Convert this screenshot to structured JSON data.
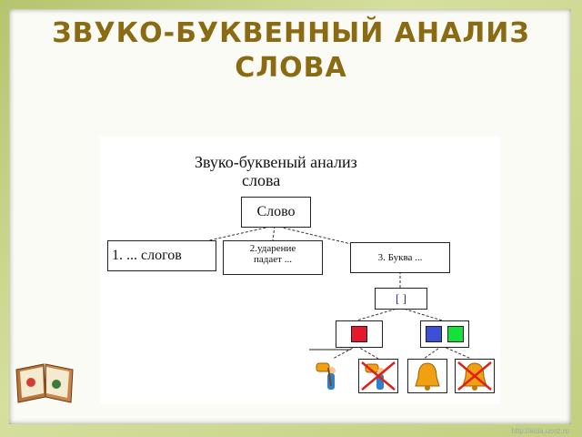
{
  "title": {
    "line1": "ЗВУКО-БУКВЕННЫЙ АНАЛИЗ",
    "line2": "СЛОВА"
  },
  "diagram": {
    "heading1": "Звуко-буквеный анализ",
    "heading2": "слова",
    "word_box": "Слово",
    "box1": "1.  ...  слогов",
    "box2_line1": "2.ударение",
    "box2_line2": "падает ...",
    "box3": "3. Буква ...",
    "brackets": "[     ]"
  },
  "colors": {
    "accent": "#8a6a12",
    "red": "#e8182c",
    "blue": "#3c4fd8",
    "green": "#12e23a",
    "cross": "#e02010",
    "bell": "#f0a010"
  },
  "watermark": "http://aida.ucoz.ru"
}
